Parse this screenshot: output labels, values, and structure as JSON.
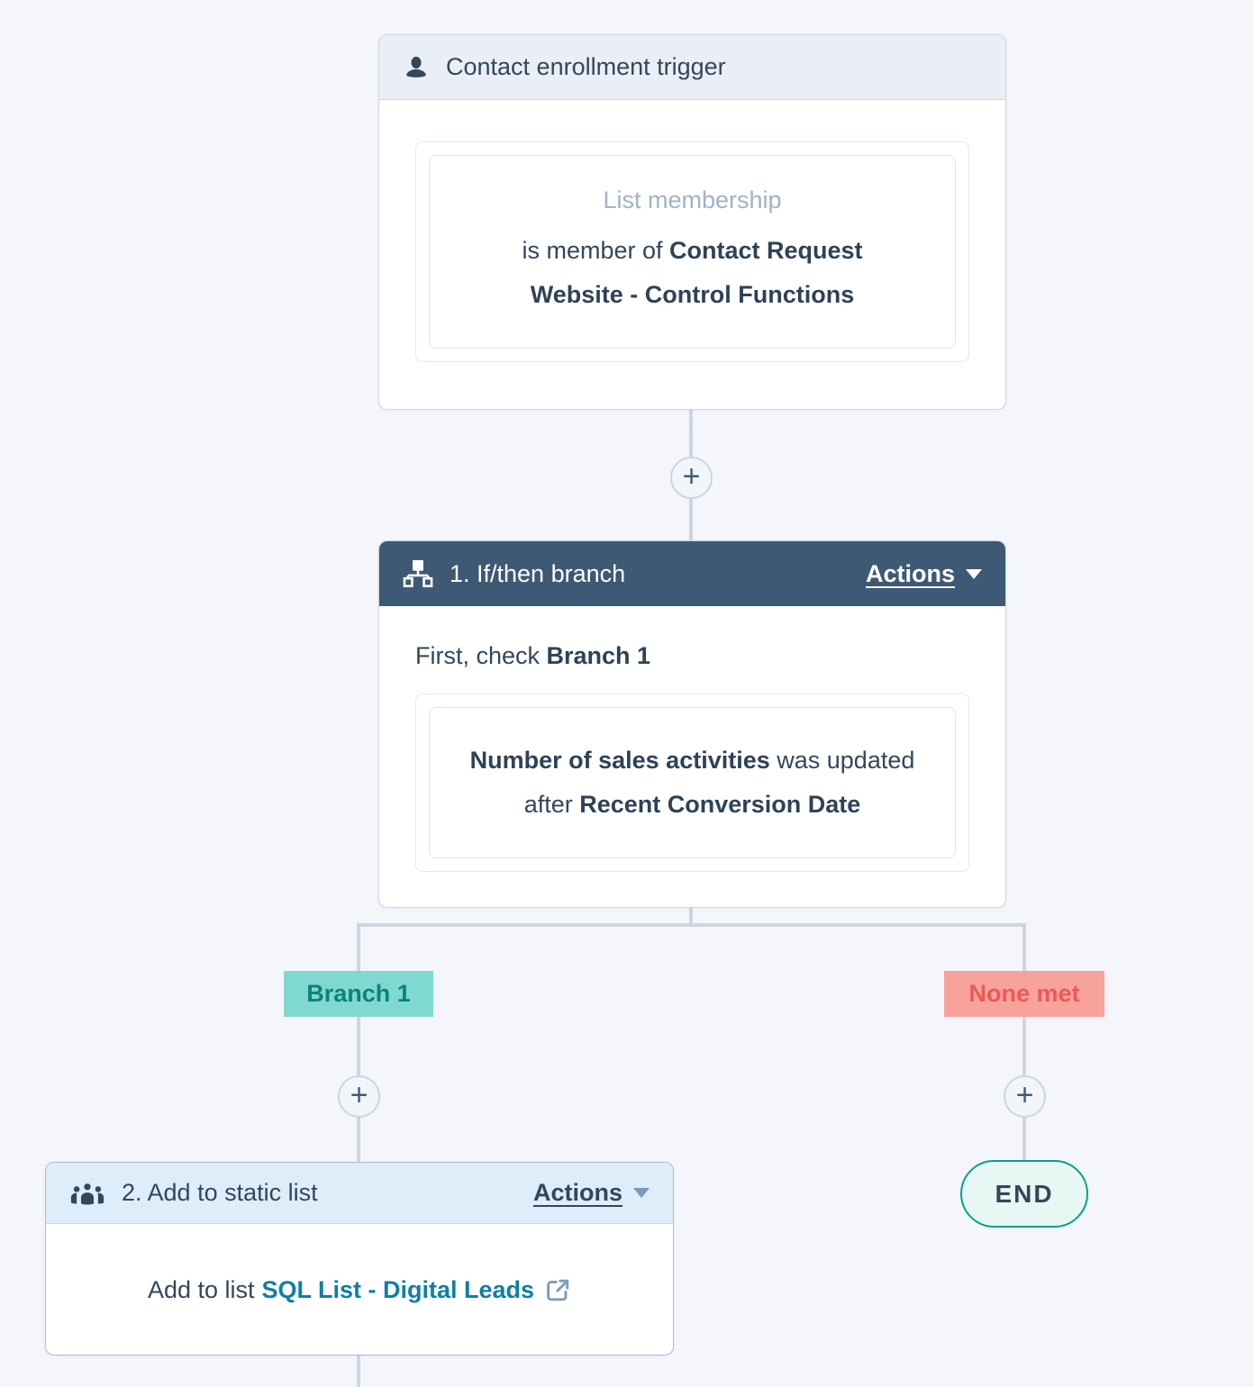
{
  "trigger_card": {
    "title": "Contact enrollment trigger",
    "filter_type": "List membership",
    "criteria_prefix": "is member of ",
    "criteria_value": "Contact Request Website - Control Functions"
  },
  "if_then_card": {
    "title": "1. If/then branch",
    "actions_label": "Actions",
    "intro_prefix": "First, check ",
    "intro_branch": "Branch 1",
    "condition_property": "Number of sales activities",
    "condition_operator": " was updated after ",
    "condition_value": "Recent Conversion Date"
  },
  "branch_labels": {
    "branch1": "Branch 1",
    "none_met": "None met"
  },
  "action_card": {
    "title": "2. Add to static list",
    "actions_label": "Actions",
    "body_prefix": "Add to list ",
    "list_name": "SQL List - Digital Leads"
  },
  "end_node": {
    "label": "END"
  },
  "add_step_button": {
    "symbol": "+"
  },
  "colors": {
    "canvas_bg": "#f5f6fb",
    "connector": "#cbd6e2",
    "if_then_header_bg": "#3e5974",
    "trigger_header_bg": "#eaeef6",
    "action_header_bg": "#ddedfa",
    "branch1_bg": "#7fd9d1",
    "branch1_text": "#0c8378",
    "none_met_bg": "#f8a29c",
    "none_met_text": "#ea5a57",
    "end_border": "#00a38d",
    "link": "#0f7fa6",
    "text_navy": "#33475b",
    "muted_label": "#9fb3c8"
  }
}
